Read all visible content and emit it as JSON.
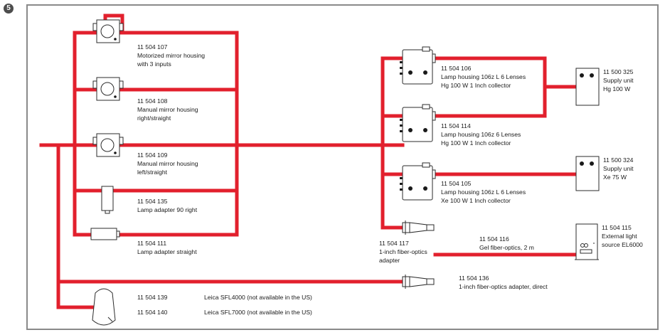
{
  "figure_number": "5",
  "colors": {
    "connection": "#e2202d",
    "frame": "#8a8a8a",
    "device": "#2b2b2b"
  },
  "components": {
    "motorized_mirror": [
      "11 504 107",
      "Motorized mirror housing",
      "with 3 inputs"
    ],
    "manual_mirror_right": [
      "11 504 108",
      "Manual mirror housing",
      "right/straight"
    ],
    "manual_mirror_left": [
      "11 504 109",
      "Manual mirror housing",
      "left/straight"
    ],
    "lamp_adapter_90": [
      "11 504 135",
      "Lamp adapter 90 right"
    ],
    "lamp_adapter_straight": [
      "11 504 111",
      "Lamp adapter straight"
    ],
    "lamp_housing_106": [
      "11 504 106",
      "Lamp housing 106z L 6 Lenses",
      "Hg 100 W 1 Inch collector"
    ],
    "lamp_housing_114": [
      "11 504 114",
      "Lamp housing 106z 6 Lenses",
      "Hg 100 W 1 Inch collector"
    ],
    "lamp_housing_105": [
      "11 504 105",
      "Lamp housing 106z L 6 Lenses",
      "Xe 100 W 1 Inch collector"
    ],
    "fiber_adapter": [
      "11 504 117",
      "1-inch fiber-optics",
      "adapter"
    ],
    "gel_fiber": [
      "11 504 116",
      "Gel fiber-optics, 2 m"
    ],
    "supply_hg": [
      "11 500 325",
      "Supply unit",
      "Hg 100 W"
    ],
    "supply_xe": [
      "11 500 324",
      "Supply unit",
      "Xe 75 W"
    ],
    "external_light": [
      "11 504 115",
      "External light",
      "source EL6000"
    ],
    "fiber_adapter_direct": [
      "11 504 136",
      "1-inch fiber-optics adapter, direct"
    ],
    "sfl4000": {
      "number": "11 504 139",
      "name": "Leica SFL4000 (not available in the US)"
    },
    "sfl7000": {
      "number": "11 504 140",
      "name": "Leica SFL7000 (not available in the US)"
    }
  }
}
